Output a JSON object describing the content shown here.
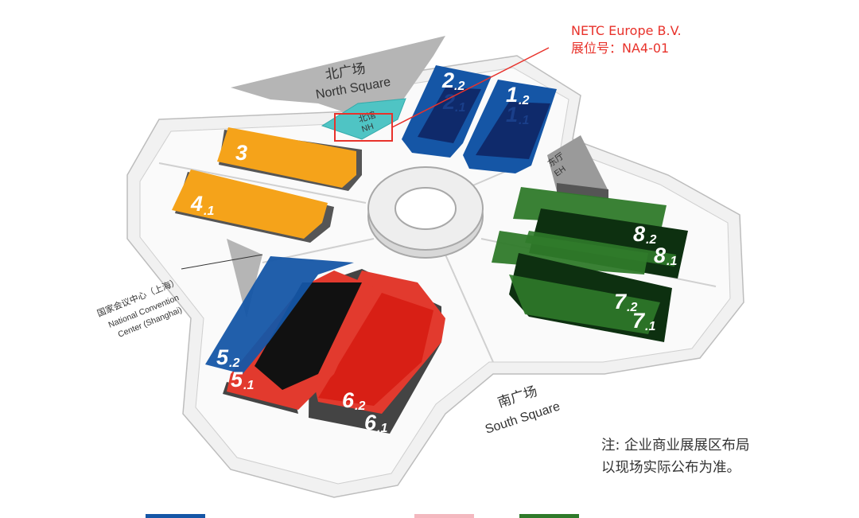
{
  "annotation": {
    "exhibitor": "NETC Europe B.V.",
    "booth": "展位号：NA4-01",
    "color": "#e8322b"
  },
  "squares": {
    "north_zh": "北广场",
    "north_en": "North Square",
    "south_zh": "南广场",
    "south_en": "South Square"
  },
  "halls": {
    "nh_zh": "北馆",
    "nh_en": "NH",
    "eh_zh": "东厅",
    "eh_en": "EH",
    "h1_2": {
      "main": "1",
      "sub": ".2"
    },
    "h1_1": {
      "main": "1",
      "sub": ".1"
    },
    "h2_2": {
      "main": "2",
      "sub": ".2"
    },
    "h2_1": {
      "main": "2",
      "sub": ".1"
    },
    "h3": {
      "main": "3"
    },
    "h4_1": {
      "main": "4",
      "sub": ".1"
    },
    "h5_2": {
      "main": "5",
      "sub": ".2"
    },
    "h5_1": {
      "main": "5",
      "sub": ".1"
    },
    "h6_2": {
      "main": "6",
      "sub": ".2"
    },
    "h6_1": {
      "main": "6",
      "sub": ".1"
    },
    "h7_2": {
      "main": "7",
      "sub": ".2"
    },
    "h7_1": {
      "main": "7",
      "sub": ".1"
    },
    "h8_2": {
      "main": "8",
      "sub": ".2"
    },
    "h8_1": {
      "main": "8",
      "sub": ".1"
    }
  },
  "center_label": {
    "zh": "国家会议中心（上海）",
    "en1": "National Convention",
    "en2": "Center (Shanghai)"
  },
  "note": {
    "line1": "注: 企业商业展展区布局",
    "line2": "以现场实际公布为准。"
  },
  "colors": {
    "blue": "#1556a6",
    "navy": "#0f2a6b",
    "orange": "#f5a31a",
    "red": "#e23a2e",
    "green": "#2f7a2a",
    "darkgreen": "#0d3010",
    "teal": "#4fc4c4",
    "gray": "#9a9a9a"
  }
}
